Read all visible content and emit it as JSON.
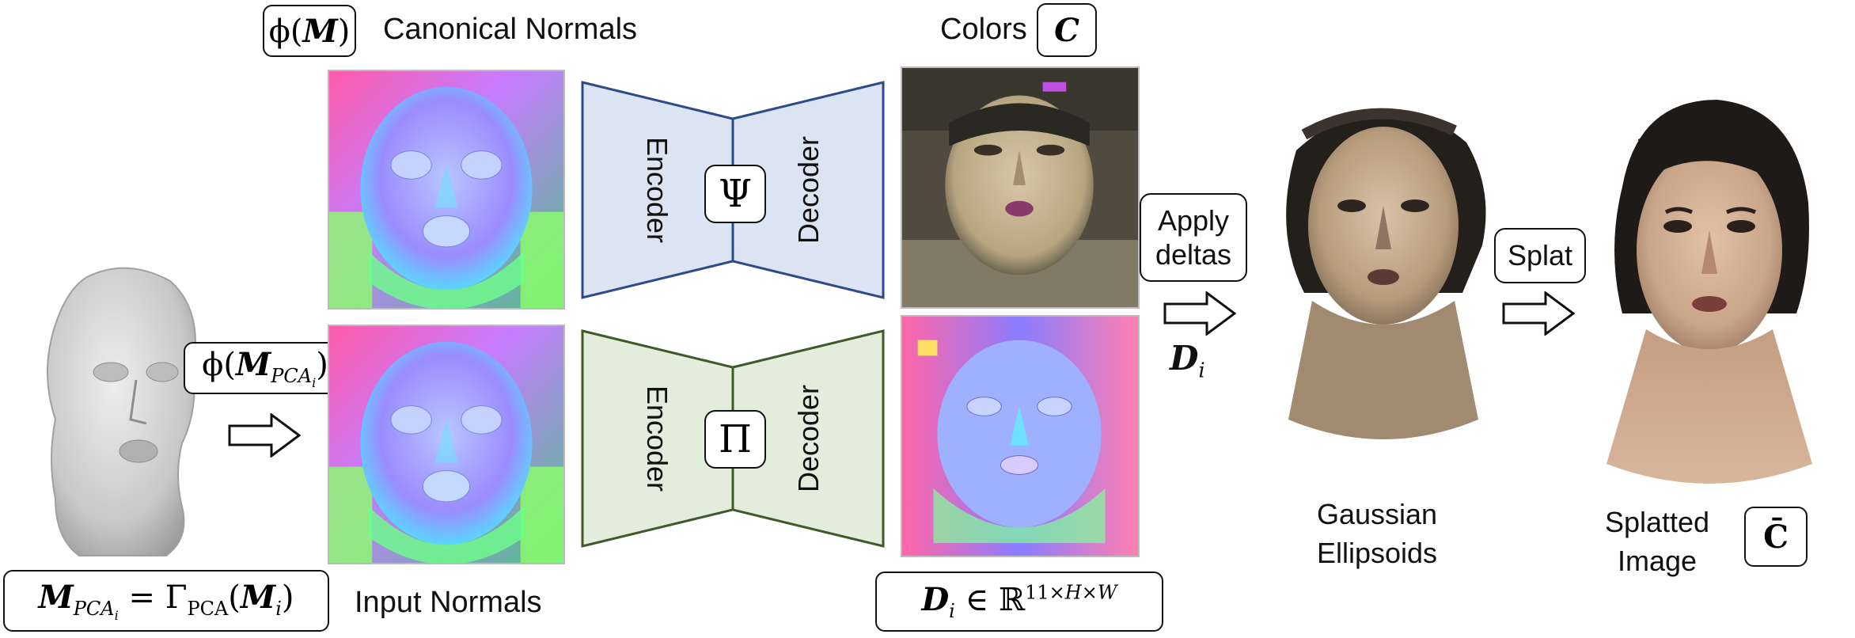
{
  "labels": {
    "canonical_normals": "Canonical Normals",
    "colors": "Colors",
    "input_normals": "Input Normals",
    "apply_deltas_line1": "Apply",
    "apply_deltas_line2": "deltas",
    "splat": "Splat",
    "gaussian_line1": "Gaussian",
    "gaussian_line2": "Ellipsoids",
    "splatted_line1": "Splatted",
    "splatted_line2": "Image"
  },
  "math": {
    "phi_M": "ϕ(M)",
    "C": "C",
    "phi_MPCA": "ϕ(M_PCAi)",
    "MPCA_def": "M_PCAi = Γ_PCA(M_i)",
    "D_def": "D_i ∈ ℝ^(11×H×W)",
    "D_i": "D_i",
    "C_bar": "C̄",
    "psi": "Ψ",
    "pi": "Π"
  },
  "networks": [
    {
      "name": "psi-network",
      "encoder": "Encoder",
      "decoder": "Decoder",
      "symbol": "Ψ",
      "fill": "#dbe4f3",
      "stroke": "#2f4a8a"
    },
    {
      "name": "pi-network",
      "encoder": "Encoder",
      "decoder": "Decoder",
      "symbol": "Π",
      "fill": "#e3eddb",
      "stroke": "#3d5a2a"
    }
  ],
  "colors": {
    "psi_fill": "#dbe4f3",
    "psi_stroke": "#2f4a8a",
    "pi_fill": "#e3eddb",
    "pi_stroke": "#3d5a2a",
    "skin": "#c9a58a",
    "hair": "#1e1a18"
  }
}
